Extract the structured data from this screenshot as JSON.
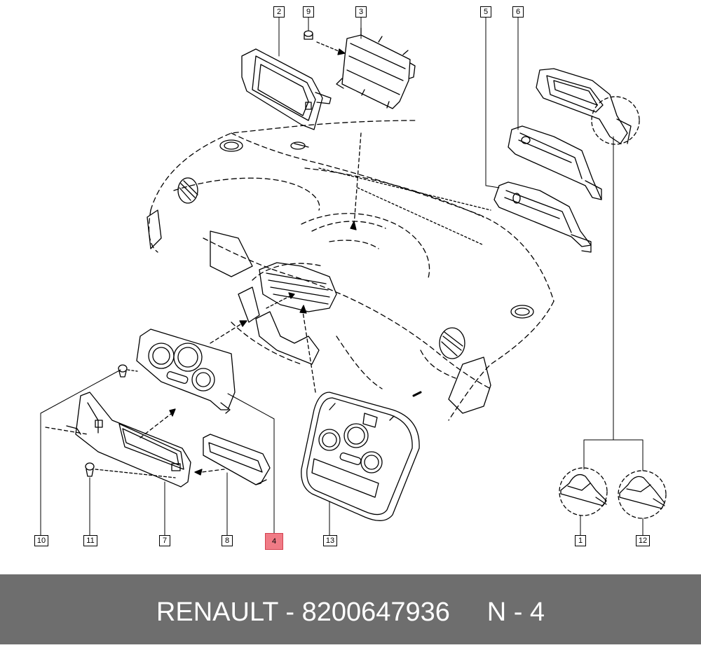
{
  "footer": {
    "brand": "RENAULT",
    "separator1": " - ",
    "part_number": "8200647936",
    "gap": "     ",
    "position_prefix": "N - ",
    "position_number": "4"
  },
  "callouts": [
    {
      "id": "c1",
      "label": "1"
    },
    {
      "id": "c2",
      "label": "2"
    },
    {
      "id": "c3",
      "label": "3"
    },
    {
      "id": "c4",
      "label": "4",
      "highlight": true
    },
    {
      "id": "c5",
      "label": "5"
    },
    {
      "id": "c6",
      "label": "6"
    },
    {
      "id": "c7",
      "label": "7"
    },
    {
      "id": "c8",
      "label": "8"
    },
    {
      "id": "c9",
      "label": "9"
    },
    {
      "id": "c10",
      "label": "10"
    },
    {
      "id": "c11",
      "label": "11"
    },
    {
      "id": "c12",
      "label": "12"
    },
    {
      "id": "c13",
      "label": "13"
    }
  ],
  "colors": {
    "line": "#000000",
    "highlight_fill": "#f07b86",
    "footer_bg": "#6e6e6e",
    "footer_text": "#ffffff"
  }
}
